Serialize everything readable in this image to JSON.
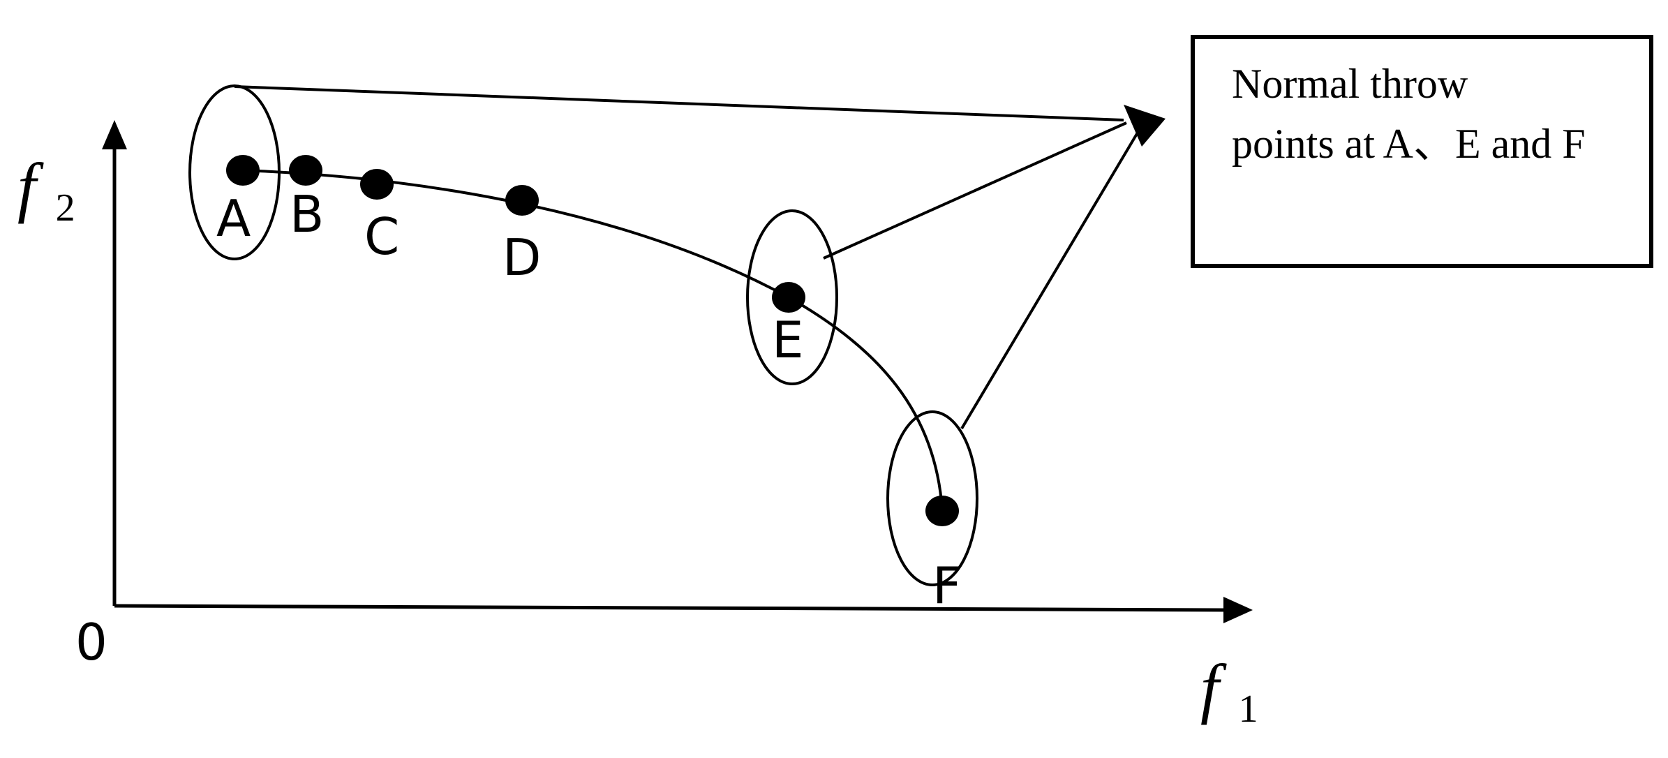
{
  "axes": {
    "x_label": "f",
    "x_subscript": "1",
    "y_label": "f",
    "y_subscript": "2",
    "origin_label": "0"
  },
  "points": [
    {
      "id": "a",
      "label": "A"
    },
    {
      "id": "b",
      "label": "B"
    },
    {
      "id": "c",
      "label": "C"
    },
    {
      "id": "d",
      "label": "D"
    },
    {
      "id": "e",
      "label": "E"
    },
    {
      "id": "f",
      "label": "F"
    }
  ],
  "note": {
    "line1": "Normal throw",
    "line2": "points at A、E and F"
  },
  "colors": {
    "ink": "#000000",
    "background": "#ffffff"
  }
}
